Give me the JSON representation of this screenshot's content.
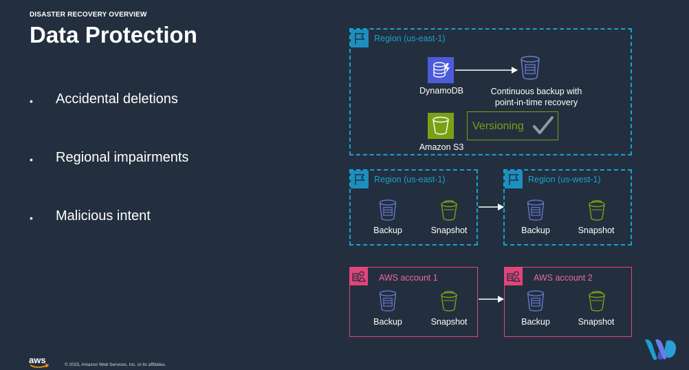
{
  "slide": {
    "eyebrow": "DISASTER RECOVERY OVERVIEW",
    "title": "Data Protection",
    "bullets": [
      "Accidental deletions",
      "Regional impairments",
      "Malicious intent"
    ]
  },
  "diagram": {
    "top_region": {
      "label": "Region (us-east-1)",
      "dynamodb": "DynamoDB",
      "backup_line1": "Continuous backup with",
      "backup_line2": "point-in-time recovery",
      "s3": "Amazon S3",
      "versioning": "Versioning"
    },
    "region_left": {
      "label": "Region (us-east-1)",
      "backup": "Backup",
      "snapshot": "Snapshot"
    },
    "region_right": {
      "label": "Region (us-west-1)",
      "backup": "Backup",
      "snapshot": "Snapshot"
    },
    "account_left": {
      "label": "AWS account 1",
      "backup": "Backup",
      "snapshot": "Snapshot"
    },
    "account_right": {
      "label": "AWS account 2",
      "backup": "Backup",
      "snapshot": "Snapshot"
    }
  },
  "footer": {
    "logo_text": "aws",
    "copyright": "© 2025, Amazon Web Services, Inc. or its affiliates."
  },
  "colors": {
    "background": "#232f3e",
    "region_blue": "#1ba0cf",
    "account_pink": "#e7457c",
    "dynamodb_purple": "#4d5bd9",
    "s3_green": "#7aa116",
    "versioning_check": "#8f9aa3"
  }
}
